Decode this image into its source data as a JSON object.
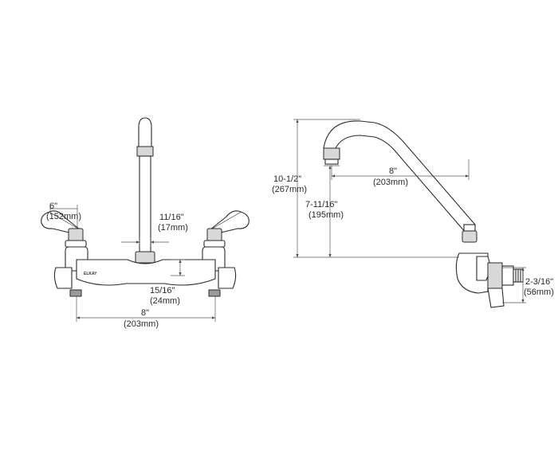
{
  "front_view": {
    "brand_mark": "ELKAY",
    "dims": {
      "handle_reach_in": "6\"",
      "handle_reach_mm": "(152mm)",
      "spout_diam_in": "11/16\"",
      "spout_diam_mm": "(17mm)",
      "body_depth_in": "15/16\"",
      "body_depth_mm": "(24mm)",
      "centers_in": "8\"",
      "centers_mm": "(203mm)"
    }
  },
  "side_view": {
    "dims": {
      "overall_height_in": "10-1/2\"",
      "overall_height_mm": "(267mm)",
      "outlet_height_in": "7-11/16\"",
      "outlet_height_mm": "(195mm)",
      "spout_reach_in": "8\"",
      "spout_reach_mm": "(203mm)",
      "shank_length_in": "2-3/16\"",
      "shank_length_mm": "(56mm)"
    }
  }
}
